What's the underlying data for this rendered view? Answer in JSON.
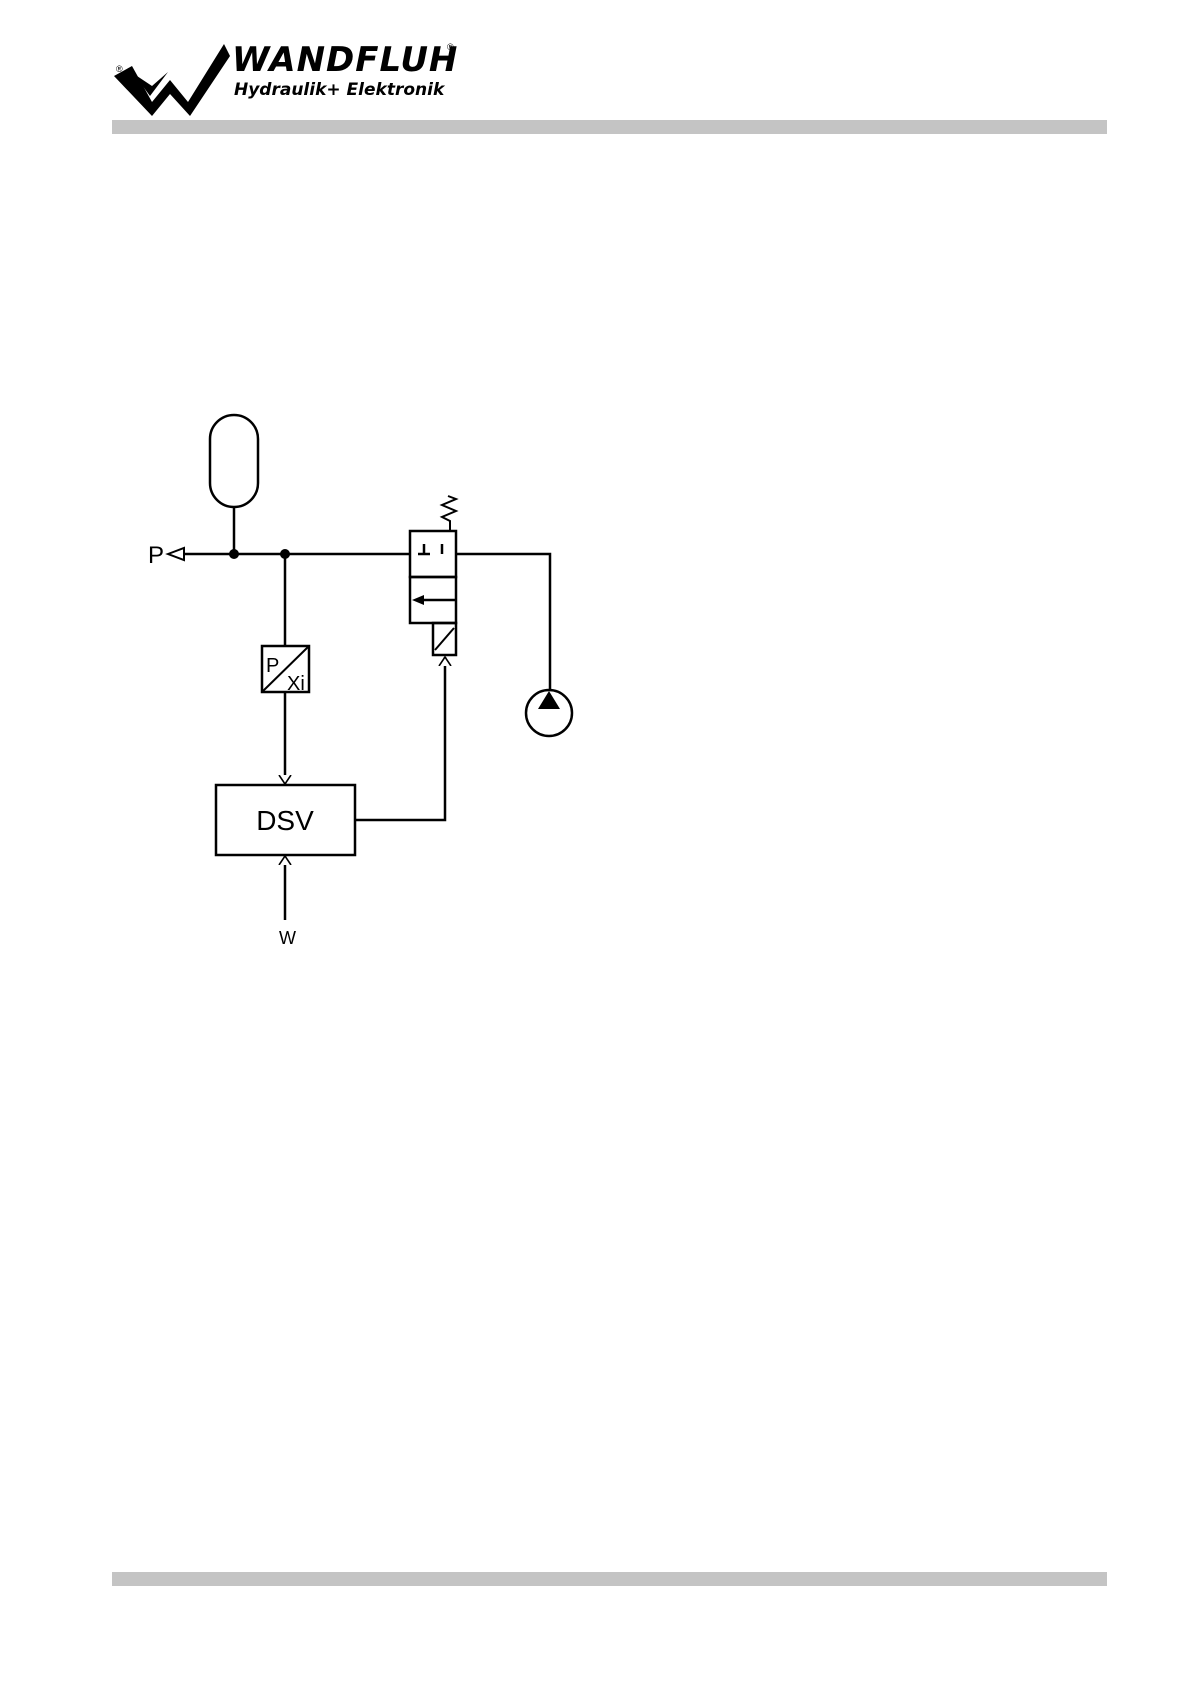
{
  "header": {
    "brand": "WANDFLUH",
    "tagline": "Hydraulik+ Elektronik",
    "registered_mark": "®"
  },
  "diagram": {
    "port_label": "P",
    "sensor_label_top": "P",
    "sensor_label_bottom": "Xi",
    "controller_label": "DSV",
    "setpoint_label": "W"
  }
}
